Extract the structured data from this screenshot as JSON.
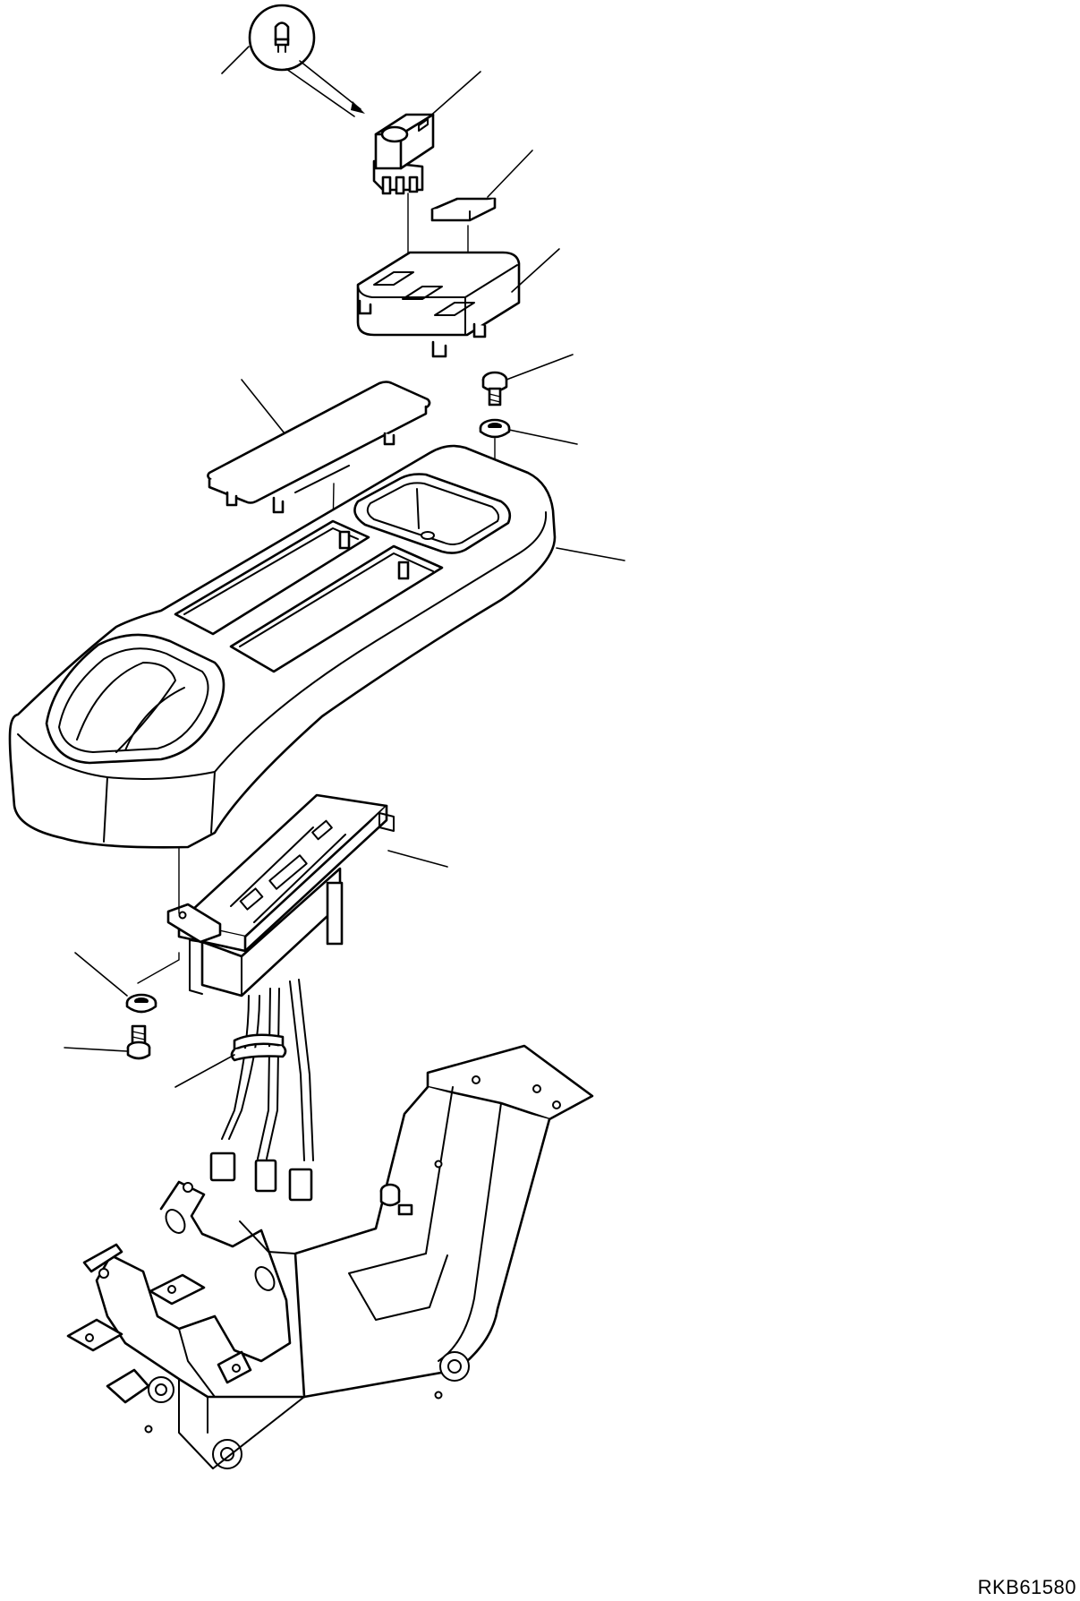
{
  "drawing": {
    "code": "RKB61580"
  },
  "parts": [
    {
      "name": "bulb"
    },
    {
      "name": "rocker-switch"
    },
    {
      "name": "blank-cap"
    },
    {
      "name": "switch-panel"
    },
    {
      "name": "screw"
    },
    {
      "name": "washer"
    },
    {
      "name": "cover-plate"
    },
    {
      "name": "console-cover"
    },
    {
      "name": "controller-unit"
    },
    {
      "name": "bottom-washer"
    },
    {
      "name": "bottom-bolt"
    },
    {
      "name": "cable-clamp"
    },
    {
      "name": "console-bracket"
    }
  ]
}
